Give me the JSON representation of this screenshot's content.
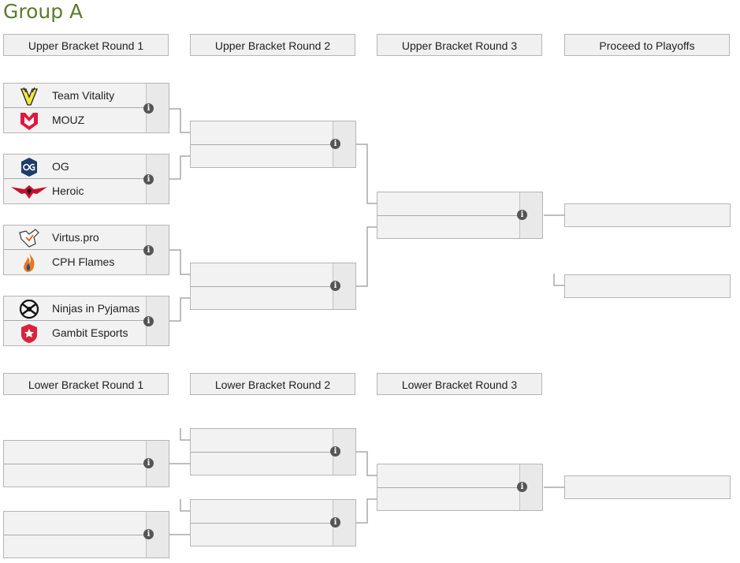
{
  "group_title": "Group A",
  "headers": {
    "ub1": "Upper Bracket Round 1",
    "ub2": "Upper Bracket Round 2",
    "ub3": "Upper Bracket Round 3",
    "playoffs": "Proceed to Playoffs",
    "lb1": "Lower Bracket Round 1",
    "lb2": "Lower Bracket Round 2",
    "lb3": "Lower Bracket Round 3"
  },
  "teams": {
    "vitality": "Team Vitality",
    "mouz": "MOUZ",
    "og": "OG",
    "heroic": "Heroic",
    "virtus": "Virtus.pro",
    "cph": "CPH Flames",
    "nip": "Ninjas in Pyjamas",
    "gambit": "Gambit Esports"
  },
  "icons": {
    "info": "info-icon",
    "info_glyph": "i"
  },
  "colors": {
    "title": "#5b7a2e",
    "header_bg": "#f0f0f0",
    "line": "#a9a9a9"
  }
}
